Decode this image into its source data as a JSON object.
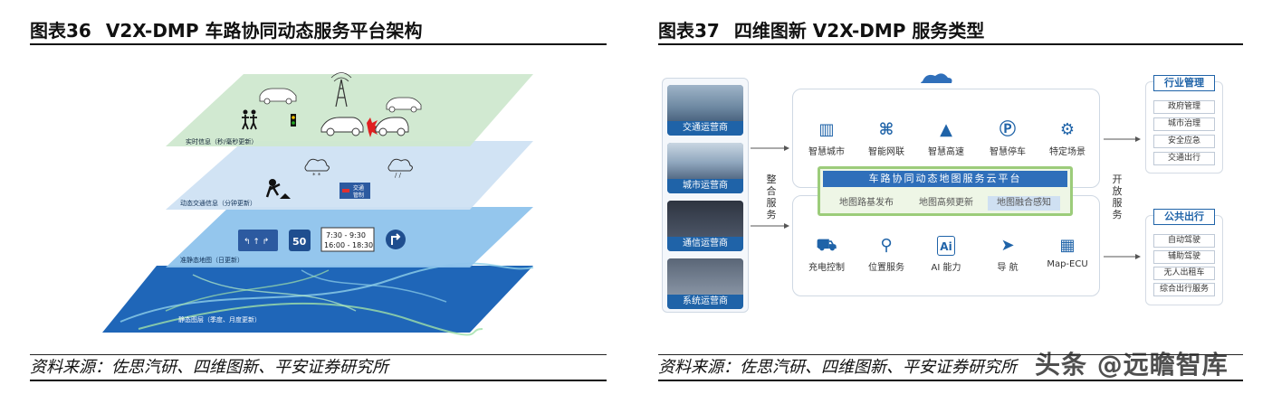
{
  "left": {
    "num": "图表36",
    "title": "V2X-DMP 车路协同动态服务平台架构",
    "source": "资料来源：佐思汽研、四维图新、平安证券研究所",
    "layers": [
      {
        "label": "实时信息（秒/毫秒更新）",
        "color": "#cfe8cf"
      },
      {
        "label": "动态交通信息（分钟更新）",
        "color": "#cfe1f3"
      },
      {
        "label": "准静态地图（日更新）",
        "color": "#7fb8e6"
      },
      {
        "label": "静态图层（季度、月度更新）",
        "color": "#1f66b8"
      }
    ],
    "sign_speed": "50",
    "sign_time_1": "7:30 - 9:30",
    "sign_time_2": "16:00 - 18:30",
    "sign_control_1": "交通",
    "sign_control_2": "管制"
  },
  "right": {
    "num": "图表37",
    "title": "四维图新 V2X-DMP 服务类型",
    "source": "资料来源：佐思汽研、四维图新、平安证券研究所",
    "operators": [
      "交通运营商",
      "城市运营商",
      "通信运营商",
      "系统运营商"
    ],
    "integrate_label": [
      "整",
      "合",
      "服",
      "务"
    ],
    "open_label": [
      "开",
      "放",
      "服",
      "务"
    ],
    "top_services": [
      {
        "icon": "bar-chart-icon",
        "glyph": "▥",
        "label": "智慧城市"
      },
      {
        "icon": "network-icon",
        "glyph": "⌘",
        "label": "智能网联"
      },
      {
        "icon": "road-icon",
        "glyph": "▲",
        "label": "智慧高速"
      },
      {
        "icon": "parking-icon",
        "glyph": "Ⓟ",
        "label": "智慧停车"
      },
      {
        "icon": "gear-icon",
        "glyph": "⚙",
        "label": "特定场景"
      }
    ],
    "platform_label": "车路协同动态地图服务云平台",
    "sub_items": [
      "地图路基发布",
      "地图高频更新",
      "地图融合感知"
    ],
    "bottom_services": [
      {
        "icon": "car-charge-icon",
        "glyph": "⛟",
        "label": "充电控制"
      },
      {
        "icon": "location-icon",
        "glyph": "⚲",
        "label": "位置服务"
      },
      {
        "icon": "ai-icon",
        "glyph": "Ai",
        "label": "AI 能力"
      },
      {
        "icon": "navigation-icon",
        "glyph": "➤",
        "label": "导 航"
      },
      {
        "icon": "map-icon",
        "glyph": "▦",
        "label": "Map-ECU"
      }
    ],
    "industry_group": {
      "title": "行业管理",
      "items": [
        "政府管理",
        "城市治理",
        "安全应急",
        "交通出行"
      ]
    },
    "public_group": {
      "title": "公共出行",
      "items": [
        "自动驾驶",
        "辅助驾驶",
        "无人出租车",
        "综合出行服务"
      ]
    },
    "accent": "#1f63a8"
  },
  "watermark": "头条 @远瞻智库"
}
